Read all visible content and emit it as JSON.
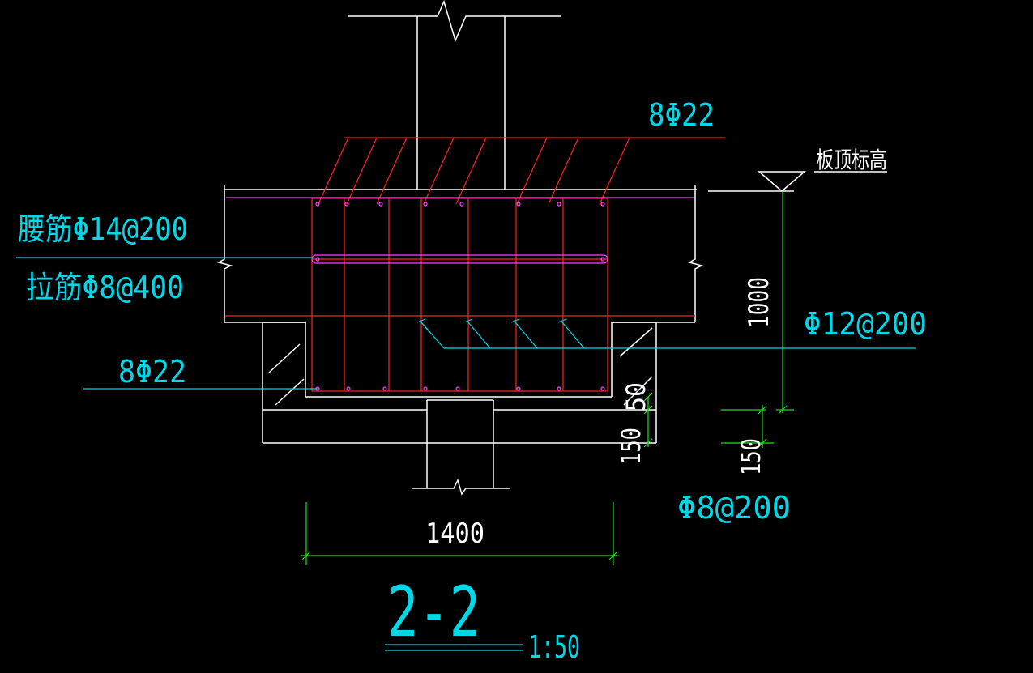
{
  "drawing": {
    "colors": {
      "background": "#000000",
      "outline": "#ffffff",
      "rebar": "#ff2020",
      "rebar_bar": "#ff40ff",
      "leader": "#00d8e8",
      "dimension": "#20e020"
    },
    "labels": {
      "top_bars": "8Φ22",
      "slab_top_elevation": "板顶标高",
      "waist_bars": "腰筋Φ14@200",
      "tie_bars": "拉筋Φ8@400",
      "stirrups": "Φ12@200",
      "bottom_bars": "8Φ22",
      "cushion_bars": "Φ8@200"
    },
    "dimensions": {
      "depth": "1000",
      "width": "1400",
      "cover_50": "50",
      "cushion_150_left": "150",
      "cushion_150_right": "150"
    },
    "section": {
      "title": "2-2",
      "scale": "1:50"
    }
  }
}
